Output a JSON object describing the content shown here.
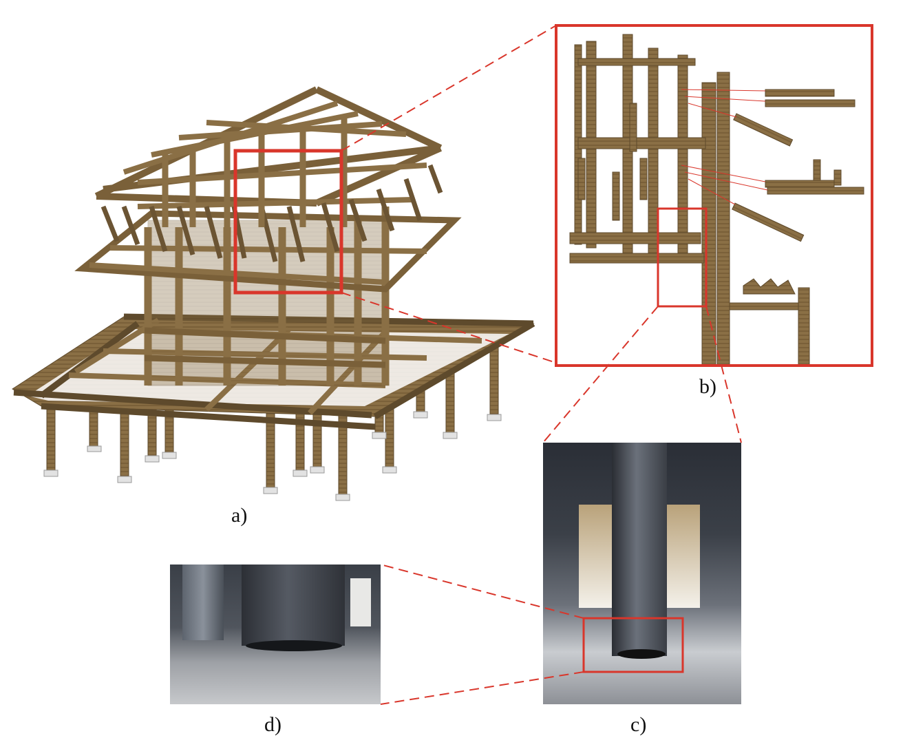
{
  "panels": {
    "a": {
      "label": "a)"
    },
    "b": {
      "label": "b)"
    },
    "c": {
      "label": "c)"
    },
    "d": {
      "label": "d)"
    }
  },
  "colors": {
    "highlight": "#d9362b",
    "timber": "#8a6f45",
    "timber_dark": "#5e4a2c",
    "base": "#e2e2e2"
  }
}
